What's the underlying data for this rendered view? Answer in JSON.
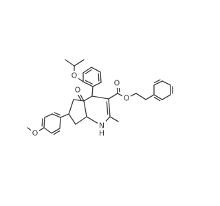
{
  "molecule": {
    "atoms": [
      {
        "element": "O",
        "color": "#3a3a3a"
      },
      {
        "element": "O",
        "color": "#3a3a3a"
      },
      {
        "element": "O",
        "color": "#3a3a3a"
      },
      {
        "element": "O",
        "color": "#3a3a3a"
      },
      {
        "element": "O",
        "color": "#3a3a3a"
      },
      {
        "element": "N",
        "label": "H",
        "color": "#3a3a3a"
      }
    ],
    "style": {
      "bond_color": "#3a3a3a",
      "background": "#ffffff"
    }
  }
}
